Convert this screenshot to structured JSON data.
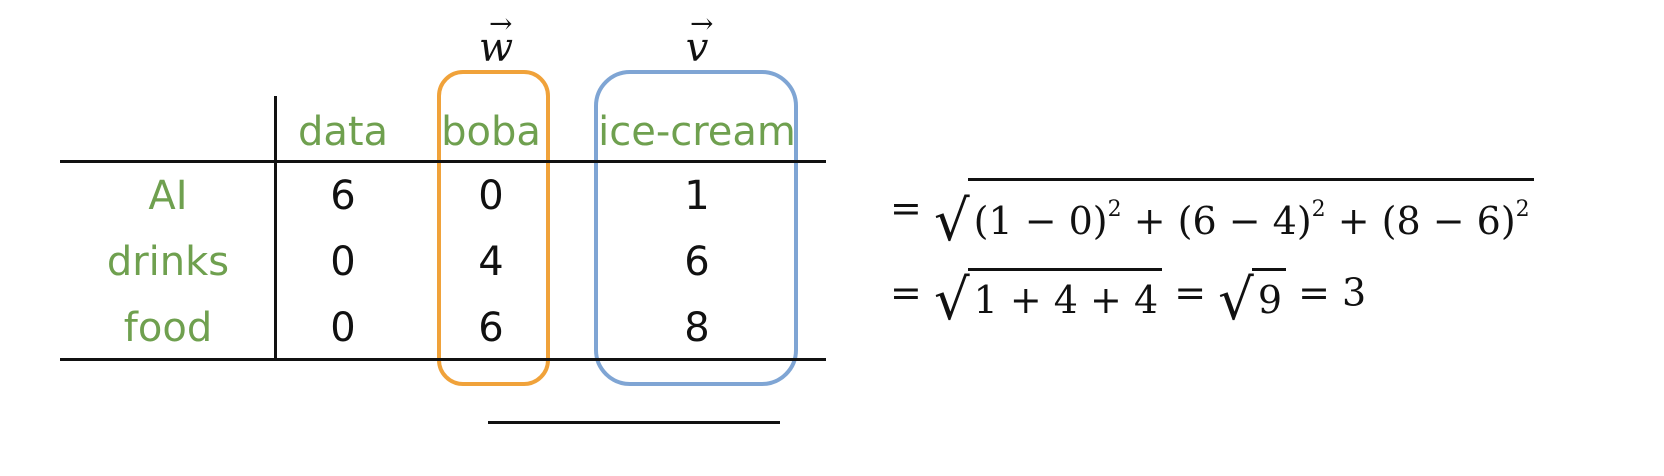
{
  "vectors": {
    "w": "w",
    "v": "v",
    "arrow": "→"
  },
  "table": {
    "headers": [
      "data",
      "boba",
      "ice-cream"
    ],
    "rows": [
      {
        "label": "AI",
        "values": [
          "6",
          "0",
          "1"
        ]
      },
      {
        "label": "drinks",
        "values": [
          "0",
          "4",
          "6"
        ]
      },
      {
        "label": "food",
        "values": [
          "0",
          "6",
          "8"
        ]
      }
    ]
  },
  "equations": {
    "line1": {
      "eq": "=",
      "radicand_terms": [
        "(1 − 0)",
        "2",
        " + (6 − 4)",
        "2",
        " + (8 − 6)",
        "2"
      ]
    },
    "line2": {
      "eq": "=",
      "radicand1": "1 + 4 + 4",
      "mid": " = ",
      "radicand2": "9",
      "result": " = 3"
    }
  },
  "colors": {
    "label_green": "#6fa04f",
    "box_orange": "#f0a23a",
    "box_blue": "#7fa5d4"
  }
}
